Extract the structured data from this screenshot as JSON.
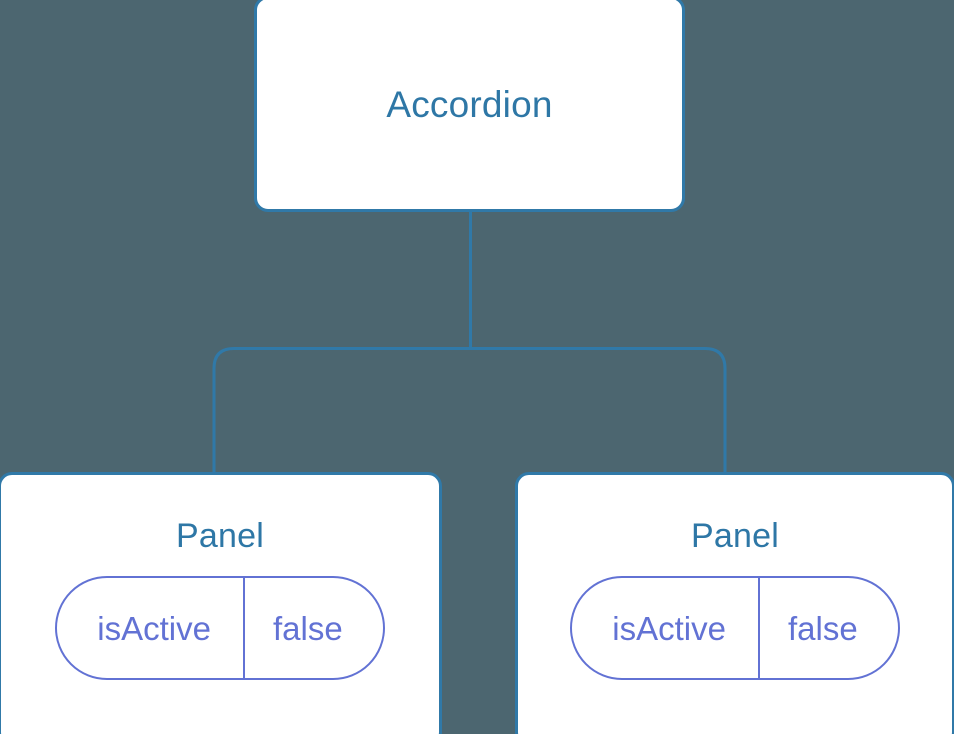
{
  "diagram": {
    "type": "component-tree",
    "background_color": "#4c6670",
    "node_border_color": "#3079a8",
    "node_fill_color": "#ffffff",
    "node_title_color": "#2e77a6",
    "connector_color": "#3079a8",
    "prop_color": "#6272d4",
    "root": {
      "title": "Accordion"
    },
    "children": [
      {
        "title": "Panel",
        "props": [
          {
            "key": "isActive",
            "value": "false"
          }
        ]
      },
      {
        "title": "Panel",
        "props": [
          {
            "key": "isActive",
            "value": "false"
          }
        ]
      }
    ]
  }
}
